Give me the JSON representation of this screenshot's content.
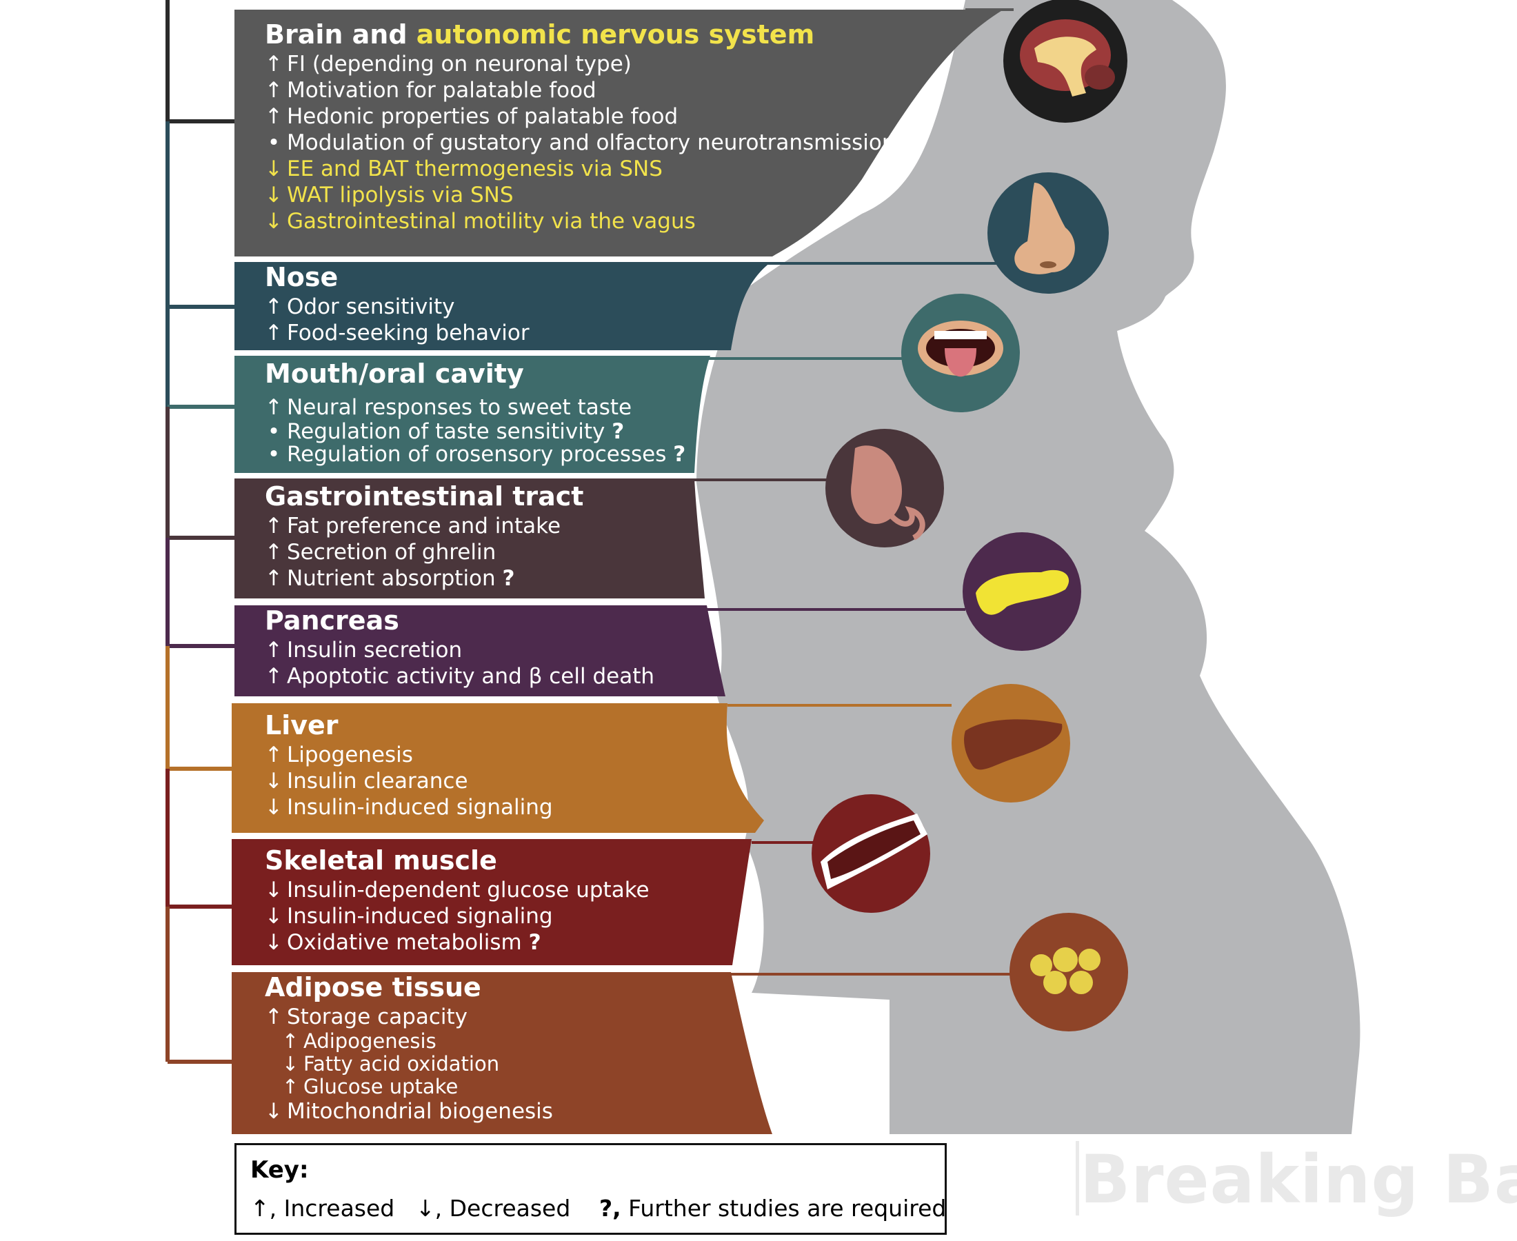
{
  "colors": {
    "brain": "#595959",
    "nose": "#2c4d5a",
    "mouth": "#3e6b6b",
    "gi": "#4a363b",
    "pancreas": "#4d2a4d",
    "liver": "#b5712a",
    "muscle": "#7a1f1f",
    "adipose": "#8e4428",
    "silhouette": "#b5b6b8",
    "highlight": "#f2e34b"
  },
  "panels": {
    "brain": {
      "title_prefix": "Brain and ",
      "title_highlight": "autonomic nervous system",
      "icon": "brain-icon",
      "items": [
        {
          "symbol": "↑",
          "text": "FI (depending on neuronal type)"
        },
        {
          "symbol": "↑",
          "text": "Motivation for palatable food"
        },
        {
          "symbol": "↑",
          "text": "Hedonic properties of palatable food"
        },
        {
          "symbol": "•",
          "text": "Modulation of gustatory and olfactory neurotransmission"
        },
        {
          "symbol": "↓",
          "text": "EE and BAT thermogenesis via SNS"
        },
        {
          "symbol": "↓",
          "text": "WAT lipolysis via SNS"
        },
        {
          "symbol": "↓",
          "text": "Gastrointestinal motility via the vagus"
        }
      ]
    },
    "nose": {
      "title": "Nose",
      "icon": "nose-icon",
      "items": [
        {
          "symbol": "↑",
          "text": "Odor sensitivity"
        },
        {
          "symbol": "↑",
          "text": "Food-seeking behavior"
        }
      ]
    },
    "mouth": {
      "title": "Mouth/oral cavity",
      "icon": "mouth-icon",
      "items": [
        {
          "symbol": "↑",
          "text": "Neural responses to sweet taste"
        },
        {
          "symbol": "•",
          "text": "Regulation of taste sensitivity",
          "q": "?"
        },
        {
          "symbol": "•",
          "text": "Regulation of orosensory processes",
          "q": "?"
        }
      ]
    },
    "gi": {
      "title": "Gastrointestinal tract",
      "icon": "stomach-icon",
      "items": [
        {
          "symbol": "↑",
          "text": "Fat preference and intake"
        },
        {
          "symbol": "↑",
          "text": "Secretion of ghrelin"
        },
        {
          "symbol": "↑",
          "text": "Nutrient absorption",
          "q": "?"
        }
      ]
    },
    "pancreas": {
      "title": "Pancreas",
      "icon": "pancreas-icon",
      "items": [
        {
          "symbol": "↑",
          "text": "Insulin secretion"
        },
        {
          "symbol": "↑",
          "text": "Apoptotic activity and β cell death"
        }
      ]
    },
    "liver": {
      "title": "Liver",
      "icon": "liver-icon",
      "items": [
        {
          "symbol": "↑",
          "text": "Lipogenesis"
        },
        {
          "symbol": "↓",
          "text": "Insulin clearance"
        },
        {
          "symbol": "↓",
          "text": "Insulin-induced signaling"
        }
      ]
    },
    "muscle": {
      "title": "Skeletal muscle",
      "icon": "muscle-icon",
      "items": [
        {
          "symbol": "↓",
          "text": "Insulin-dependent glucose uptake"
        },
        {
          "symbol": "↓",
          "text": "Insulin-induced signaling"
        },
        {
          "symbol": "↓",
          "text": "Oxidative metabolism",
          "q": "?"
        }
      ]
    },
    "adipose": {
      "title": "Adipose tissue",
      "icon": "fat-cells-icon",
      "items": [
        {
          "symbol": "↑",
          "text": "Storage capacity"
        },
        {
          "symbol": "↑",
          "text": "Adipogenesis"
        },
        {
          "symbol": "↓",
          "text": "Fatty acid oxidation"
        },
        {
          "symbol": "↑",
          "text": "Glucose uptake"
        },
        {
          "symbol": "↓",
          "text": "Mitochondrial biogenesis"
        }
      ]
    }
  },
  "key": {
    "title": "Key:",
    "increased_symbol": "↑",
    "increased_label": ", Increased",
    "decreased_symbol": "↓",
    "decreased_label": ", Decreased",
    "question_symbol": "?,",
    "question_label": " Further studies are required"
  },
  "watermark": "Breaking Bad"
}
